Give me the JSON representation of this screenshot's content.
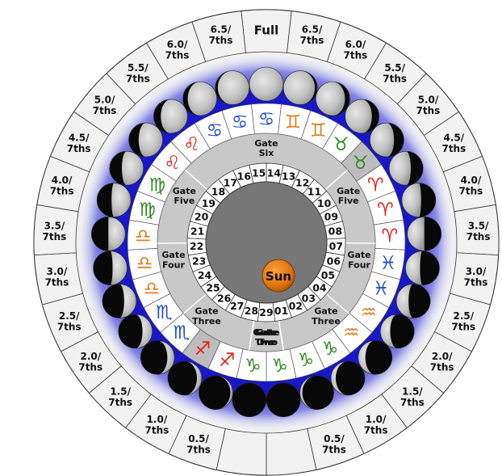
{
  "outer_ring": {
    "labels": [
      "Full",
      "6.5/\n7ths",
      "6.0/\n7ths",
      "5.5/\n7ths",
      "5.0/\n7ths",
      "4.5/\n7ths",
      "4.0/\n7ths",
      "3.5/\n7ths",
      "3.0/\n7ths",
      "2.5/\n7ths",
      "2.0/\n7ths",
      "1.5/\n7ths",
      "1.0/\n7ths",
      "0.5/\n7ths",
      "",
      "",
      "0.5/\n7ths",
      "1.0/\n7ths",
      "1.5/\n7ths",
      "2.0/\n7ths",
      "2.5/\n7ths",
      "3.0/\n7ths",
      "3.5/\n7ths",
      "4.0/\n7ths",
      "4.5/\n7ths",
      "5.0/\n7ths",
      "5.5/\n7ths",
      "6.0/\n7ths",
      "6.5/\n7ths"
    ]
  },
  "moon_ring": {
    "illumination": [
      1.0,
      0.93,
      0.86,
      0.79,
      0.71,
      0.64,
      0.57,
      0.5,
      0.43,
      0.36,
      0.29,
      0.21,
      0.14,
      0.07,
      0.0,
      0.0,
      0.07,
      0.14,
      0.21,
      0.29,
      0.36,
      0.43,
      0.5,
      0.57,
      0.64,
      0.71,
      0.79,
      0.86,
      0.93
    ],
    "lit_side": [
      "L",
      "L",
      "L",
      "L",
      "L",
      "L",
      "L",
      "L",
      "L",
      "L",
      "L",
      "L",
      "L",
      "L",
      "L",
      "R",
      "R",
      "R",
      "R",
      "R",
      "R",
      "R",
      "R",
      "R",
      "R",
      "R",
      "R",
      "R",
      "R"
    ]
  },
  "zodiac_ring": {
    "signs": [
      {
        "glyph": "♋",
        "color": "#1f4fc4"
      },
      {
        "glyph": "♊",
        "color": "#e08020"
      },
      {
        "glyph": "♊",
        "color": "#e08020"
      },
      {
        "glyph": "♉",
        "color": "#2e8b22"
      },
      {
        "glyph": "♉",
        "color": "#2e8b22"
      },
      {
        "glyph": "♈",
        "color": "#e0241b"
      },
      {
        "glyph": "♈",
        "color": "#e0241b"
      },
      {
        "glyph": "♈",
        "color": "#e0241b"
      },
      {
        "glyph": "♓",
        "color": "#1f4fc4"
      },
      {
        "glyph": "♓",
        "color": "#1f4fc4"
      },
      {
        "glyph": "♒",
        "color": "#e08020"
      },
      {
        "glyph": "♒",
        "color": "#e08020"
      },
      {
        "glyph": "♑",
        "color": "#2e8b22"
      },
      {
        "glyph": "♑",
        "color": "#2e8b22"
      },
      {
        "glyph": "♑",
        "color": "#2e8b22"
      },
      {
        "glyph": "♑",
        "color": "#2e8b22"
      },
      {
        "glyph": "♐",
        "color": "#e0241b"
      },
      {
        "glyph": "♐",
        "color": "#e0241b"
      },
      {
        "glyph": "♏",
        "color": "#1f4fc4"
      },
      {
        "glyph": "♏",
        "color": "#1f4fc4"
      },
      {
        "glyph": "♎",
        "color": "#e08020"
      },
      {
        "glyph": "♎",
        "color": "#e08020"
      },
      {
        "glyph": "♎",
        "color": "#e08020"
      },
      {
        "glyph": "♍",
        "color": "#2e8b22"
      },
      {
        "glyph": "♍",
        "color": "#2e8b22"
      },
      {
        "glyph": "♌",
        "color": "#e0241b"
      },
      {
        "glyph": "♌",
        "color": "#e0241b"
      },
      {
        "glyph": "♋",
        "color": "#1f4fc4"
      },
      {
        "glyph": "♋",
        "color": "#1f4fc4"
      }
    ],
    "highlighted": [
      4,
      17
    ]
  },
  "gate_ring": {
    "gates": [
      {
        "label": "Gate\nSix"
      },
      {
        "label": "Gate\nFive"
      },
      {
        "label": "Gate\nFour"
      },
      {
        "label": "Gate\nThree"
      },
      {
        "label": "Gate\nTwo"
      },
      {
        "label": "Gate\nOne"
      },
      {
        "label": "Gate\nTwo"
      },
      {
        "label": "Gate\nThree"
      },
      {
        "label": "Gate\nFour"
      },
      {
        "label": "Gate\nFive"
      }
    ]
  },
  "day_ring": {
    "days": [
      "14",
      "13",
      "12",
      "11",
      "10",
      "09",
      "08",
      "07",
      "06",
      "05",
      "04",
      "03",
      "02",
      "01",
      "29",
      "28",
      "27",
      "26",
      "25",
      "24",
      "23",
      "22",
      "21",
      "20",
      "19",
      "18",
      "17",
      "16",
      "15"
    ]
  },
  "center": {
    "label": "Sun"
  },
  "colors": {
    "outer_fill": "#f2f2f2",
    "moon_band": "#1818c8",
    "zodiac_fill": "#ffffff",
    "gate_fill": "#c8c8c8",
    "day_fill": "#ffffff",
    "core": "#777777",
    "sun": "#e87a10"
  }
}
